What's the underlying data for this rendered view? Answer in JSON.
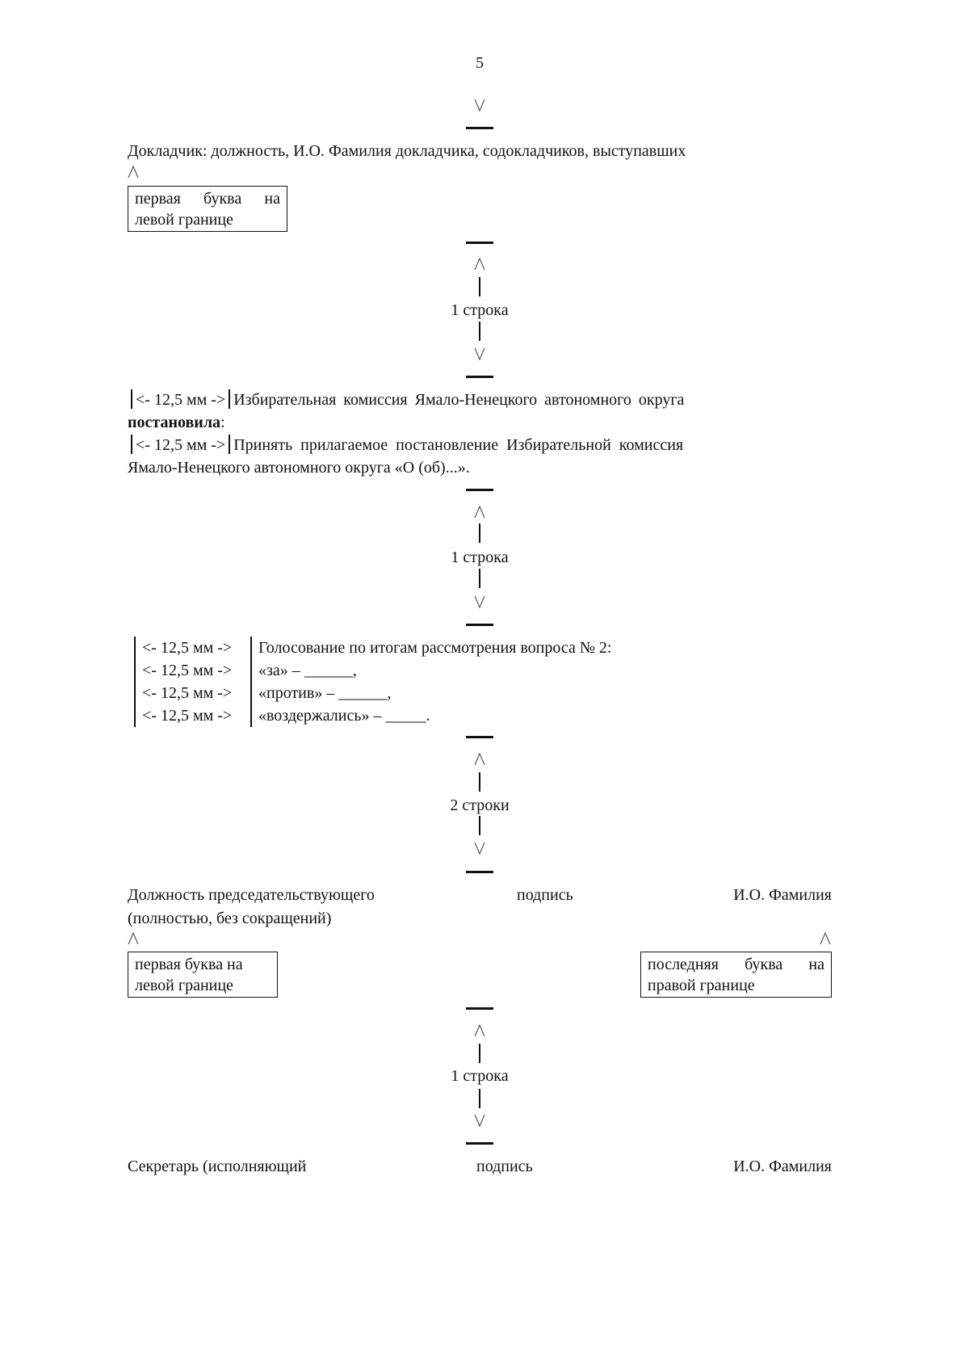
{
  "page_number": "5",
  "reporter_line": "Докладчик: должность, И.О. Фамилия докладчика, содокладчиков, выступавших",
  "note_left_1": [
    "первая буква на",
    "левой границе"
  ],
  "spacing_1": "1 строка",
  "indent_label": "<- 12,5 мм ->",
  "para1_text": "Избирательная комиссия Ямало-Ненецкого автономного округа",
  "para1_bold": "постановила",
  "para1_colon": ":",
  "para2_text": "Принять прилагаемое постановление Избирательной комиссия",
  "para2_line2": "Ямало-Ненецкого автономного округа «О (об)...».",
  "spacing_2": "1 строка",
  "voting": [
    "Голосование по итогам рассмотрения вопроса № 2:",
    "«за» – ______,",
    "«против» – ______,",
    "«воздержались» – _____."
  ],
  "spacing_3": "2 строки",
  "chair": {
    "position": "Должность председательствующего",
    "position_line2": "(полностью, без сокращений)",
    "signature": "подпись",
    "name": "И.О. Фамилия"
  },
  "note_left_2": [
    "первая буква на",
    "левой границе"
  ],
  "note_right": [
    "последняя буква на",
    "правой границе"
  ],
  "spacing_4": "1 строка",
  "secretary": {
    "position": "Секретарь (исполняющий",
    "signature": "подпись",
    "name": "И.О. Фамилия"
  }
}
